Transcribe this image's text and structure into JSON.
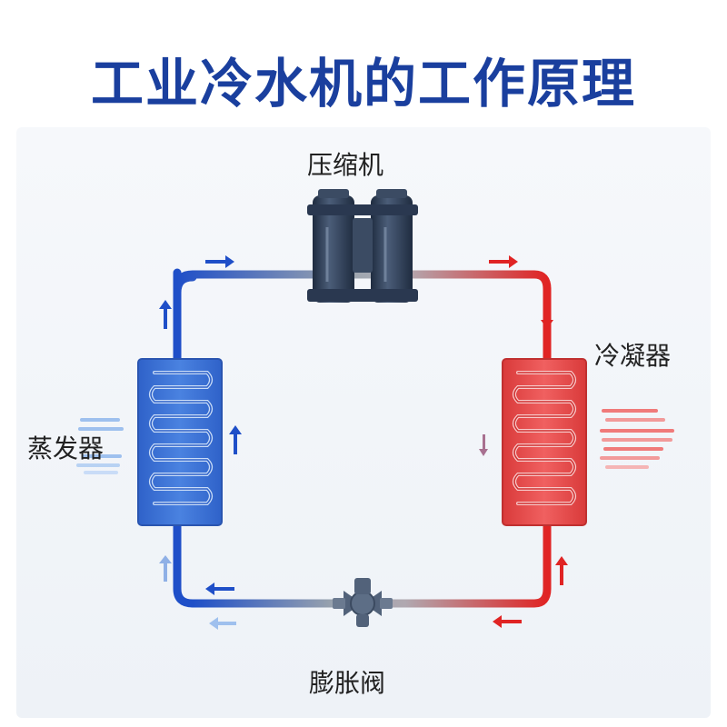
{
  "title": "工业冷水机的工作原理",
  "components": {
    "compressor": "压缩机",
    "condenser": "冷凝器",
    "evaporator": "蒸发器",
    "expansion_valve": "膨胀阀"
  },
  "colors": {
    "title": "#1a3f9e",
    "cold_side": "#1f4fc8",
    "hot_side": "#e02424",
    "evaporator_fill": "#3f74d6",
    "condenser_fill": "#e84a4a",
    "compressor_fill": "#34465e",
    "pipe_neutral": "#9aa3ad"
  },
  "icons": {
    "compressor": "compressor-icon",
    "expansion_valve": "valve-icon",
    "evaporator": "evaporator-coil-icon",
    "condenser": "condenser-coil-icon"
  }
}
